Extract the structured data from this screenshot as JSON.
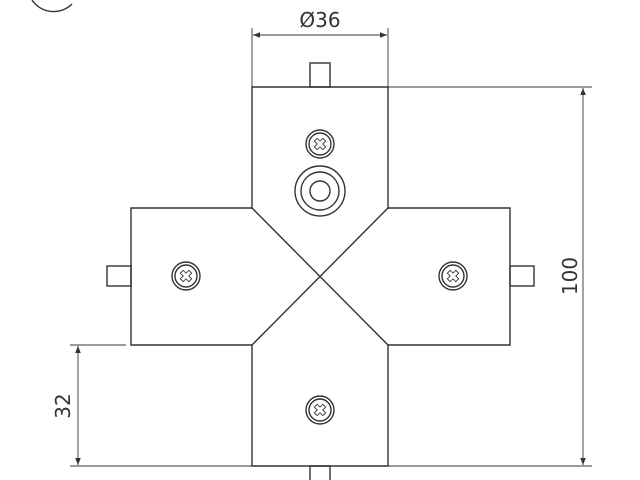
{
  "dimensions": {
    "diameter_label": "Ø36",
    "height_label": "100",
    "arm_label": "32"
  },
  "colors": {
    "line": "#333333",
    "background": "#ffffff"
  },
  "icons": {
    "screw": "screw-icon",
    "center_hole": "center-hole-icon"
  }
}
